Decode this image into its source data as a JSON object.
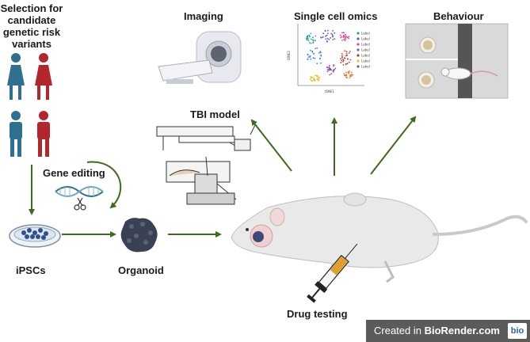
{
  "labels": {
    "selection": "Selection for candidate genetic risk variants",
    "gene_editing": "Gene editing",
    "ipscs": "iPSCs",
    "organoid": "Organoid",
    "imaging": "Imaging",
    "single_cell_omics": "Single cell omics",
    "behaviour": "Behaviour",
    "tbi_model": "TBI model",
    "drug_testing": "Drug testing"
  },
  "tsne": {
    "legend": [
      "Label",
      "Label",
      "Label",
      "Label",
      "Label",
      "Label",
      "Label"
    ],
    "xlabel": "tSNE1",
    "ylabel": "tSNE2"
  },
  "badge": {
    "prefix": "Created in ",
    "brand": "BioRender.com",
    "logo": "bio"
  },
  "colors": {
    "arrow": "#3c6b1f",
    "female": "#b3262c",
    "male_blue": "#2f6f8f",
    "organoid": "#3a4154",
    "mouse_body": "#e9e9e9",
    "badge_bg": "#5b5b5b"
  },
  "icons": [
    "female-icon",
    "male-icon",
    "dna-icon",
    "petri-dish-icon",
    "organoid-icon",
    "mri-scanner-icon",
    "tsne-plot-icon",
    "rat-cage-icon",
    "tbi-apparatus-icon",
    "mouse-icon",
    "syringe-icon",
    "biorender-logo-icon"
  ]
}
